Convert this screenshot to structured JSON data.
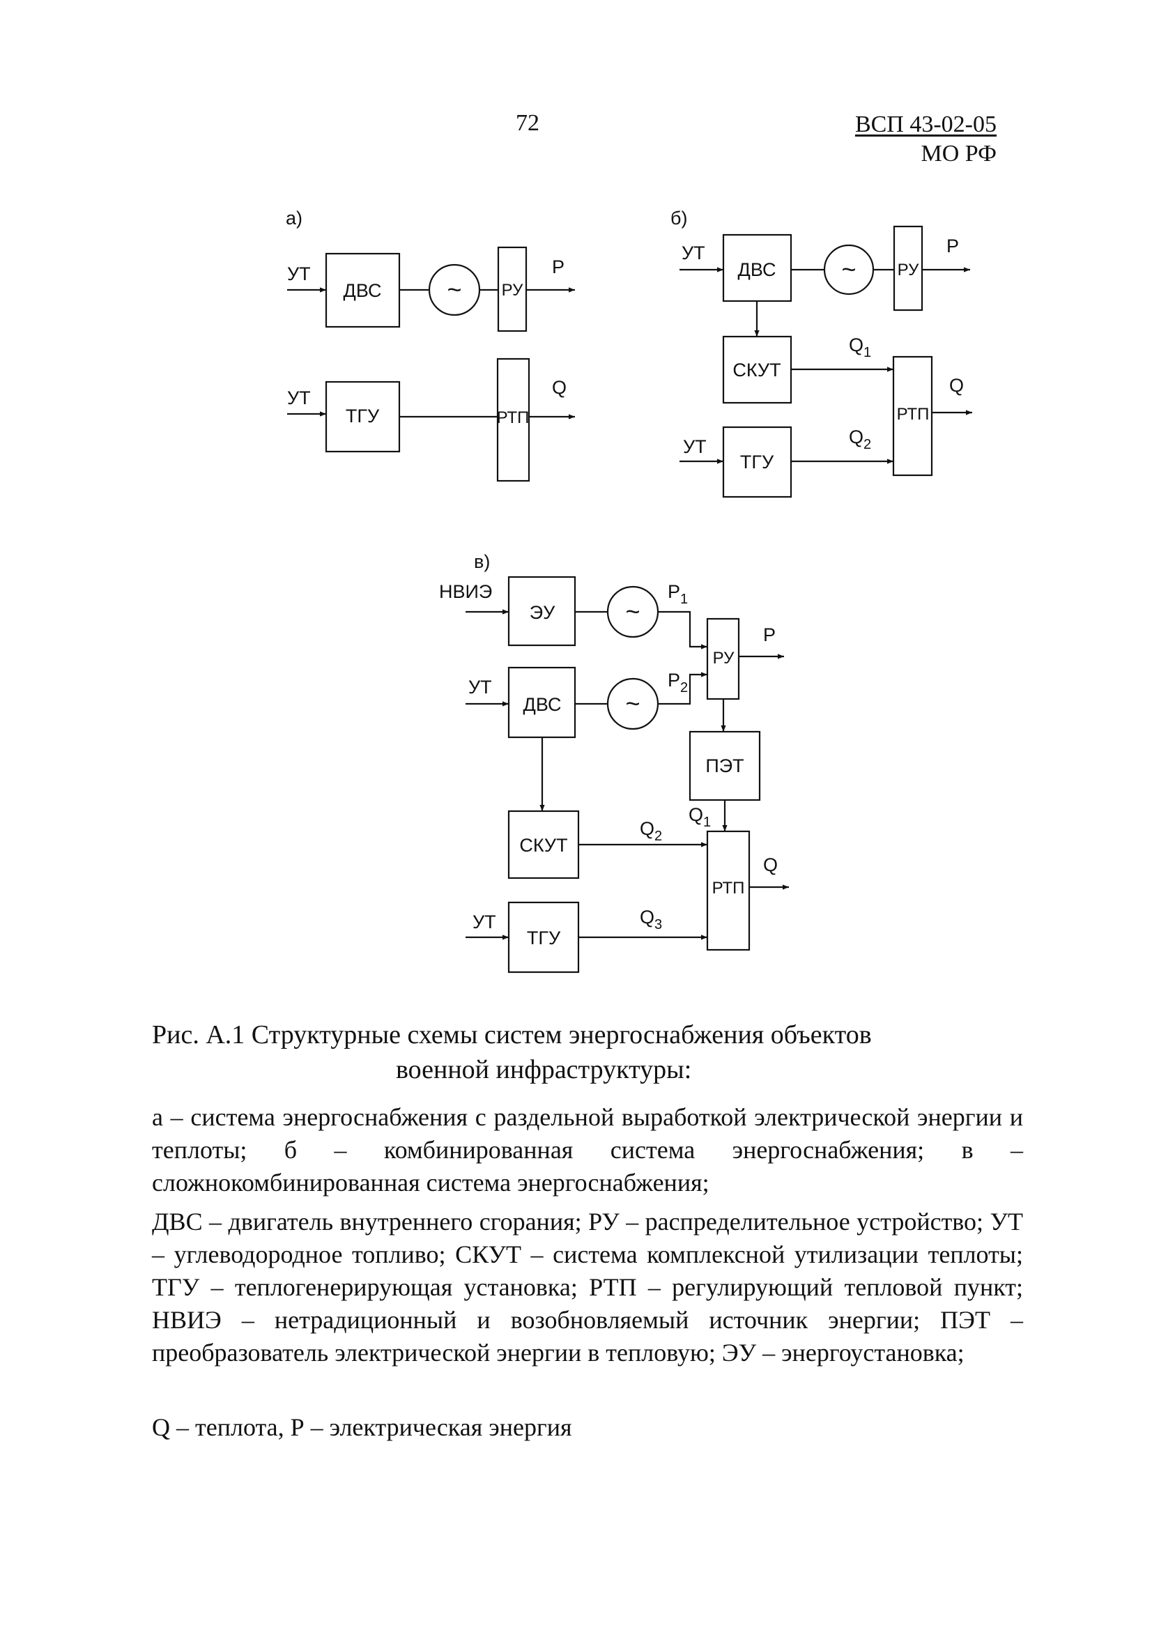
{
  "header": {
    "page_number": "72",
    "doc_code": "ВСП 43-02-05",
    "doc_org": "МО РФ"
  },
  "diagrams": {
    "a": {
      "label": "а)",
      "inputs": [
        "УТ",
        "УТ"
      ],
      "blocks": [
        "ДВС",
        "ТГУ",
        "РУ",
        "РТП"
      ],
      "outputs": [
        "P",
        "Q"
      ]
    },
    "b": {
      "label": "б)",
      "inputs": [
        "УТ",
        "УТ"
      ],
      "blocks": [
        "ДВС",
        "СКУТ",
        "ТГУ",
        "РУ",
        "РТП"
      ],
      "flows": [
        "Q1",
        "Q2"
      ],
      "outputs": [
        "P",
        "Q"
      ]
    },
    "v": {
      "label": "в)",
      "inputs": [
        "НВИЭ",
        "УТ",
        "УТ"
      ],
      "blocks": [
        "ЭУ",
        "ДВС",
        "РУ",
        "ПЭТ",
        "СКУТ",
        "ТГУ",
        "РТП"
      ],
      "flows": [
        "P1",
        "P2",
        "Q1",
        "Q2",
        "Q3"
      ],
      "outputs": [
        "P",
        "Q"
      ]
    },
    "generator_symbol": "~"
  },
  "caption": {
    "line1": "Рис. А.1 Структурные схемы систем энергоснабжения объектов",
    "line2": "военной инфраструктуры:"
  },
  "legend": {
    "p1": "а – система энергоснабжения с раздельной выработкой электрической энергии и теплоты; б – комбинированная система энергоснабжения; в – сложнокомбинированная система энергоснабжения;",
    "p2": "ДВС – двигатель внутреннего сгорания; РУ – распределительное устройство; УТ – углеводородное топливо; СКУТ – система комплексной утилизации теплоты; ТГУ – теплогенерирующая установка; РТП – регулирующий тепловой пункт; НВИЭ – нетрадиционный и возобновляемый источник энергии; ПЭТ – преобразователь электрической энергии в тепловую; ЭУ – энергоустановка;",
    "p3": "Q – теплота, Р – электрическая энергия"
  }
}
